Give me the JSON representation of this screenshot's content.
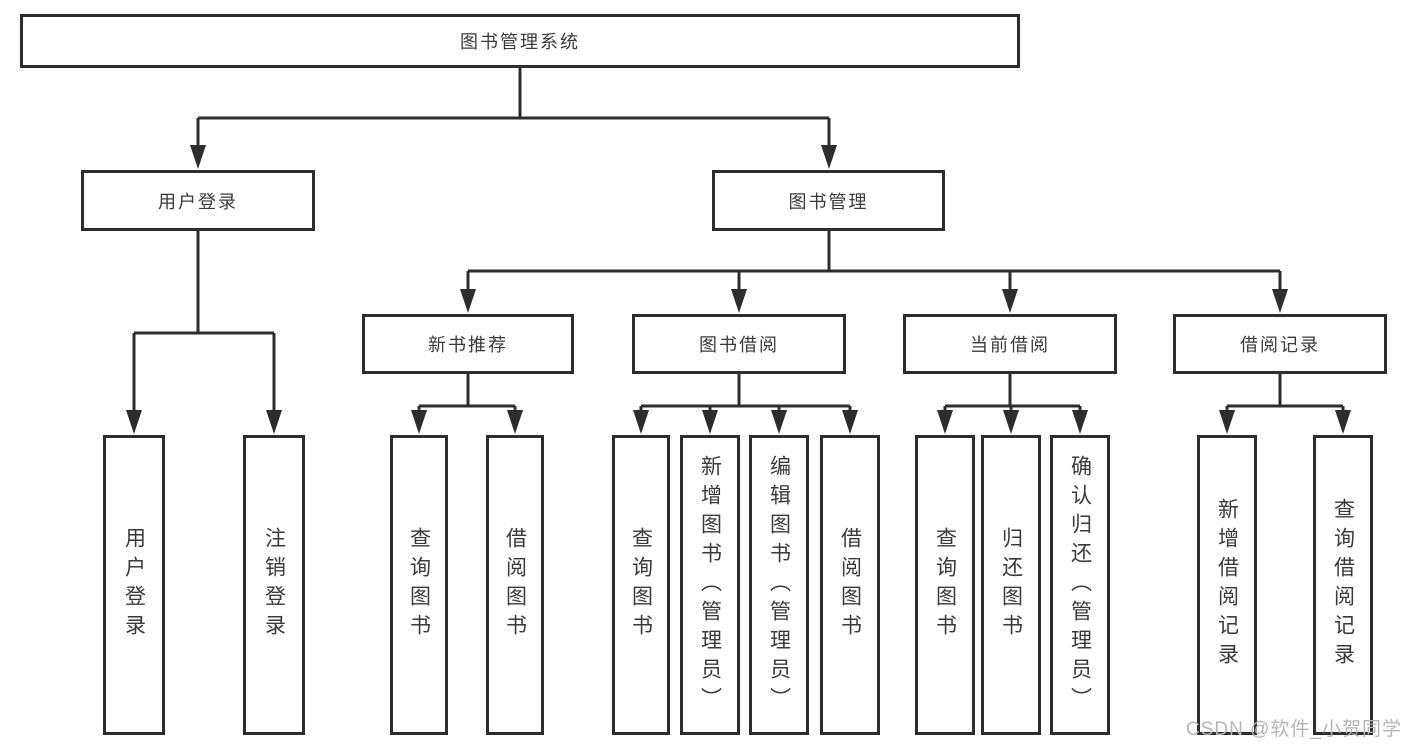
{
  "colors": {
    "background": "#ffffff",
    "box_border": "#2d2d2d",
    "connector_line": "#2d2d2d",
    "text": "#3a3a3a",
    "watermark": "#b5b5b5"
  },
  "tree": {
    "label": "图书管理系统",
    "children": [
      {
        "label": "用户登录",
        "children": [
          {
            "label": "用户登录"
          },
          {
            "label": "注销登录"
          }
        ]
      },
      {
        "label": "图书管理",
        "children": [
          {
            "label": "新书推荐",
            "children": [
              {
                "label": "查询图书"
              },
              {
                "label": "借阅图书"
              }
            ]
          },
          {
            "label": "图书借阅",
            "children": [
              {
                "label": "查询图书"
              },
              {
                "label": "新增图书（管理员）"
              },
              {
                "label": "编辑图书（管理员）"
              },
              {
                "label": "借阅图书"
              }
            ]
          },
          {
            "label": "当前借阅",
            "children": [
              {
                "label": "查询图书"
              },
              {
                "label": "归还图书"
              },
              {
                "label": "确认归还（管理员）"
              }
            ]
          },
          {
            "label": "借阅记录",
            "children": [
              {
                "label": "新增借阅记录"
              },
              {
                "label": "查询借阅记录"
              }
            ]
          }
        ]
      }
    ]
  },
  "watermark": {
    "text": "CSDN @软件_小贺同学"
  }
}
